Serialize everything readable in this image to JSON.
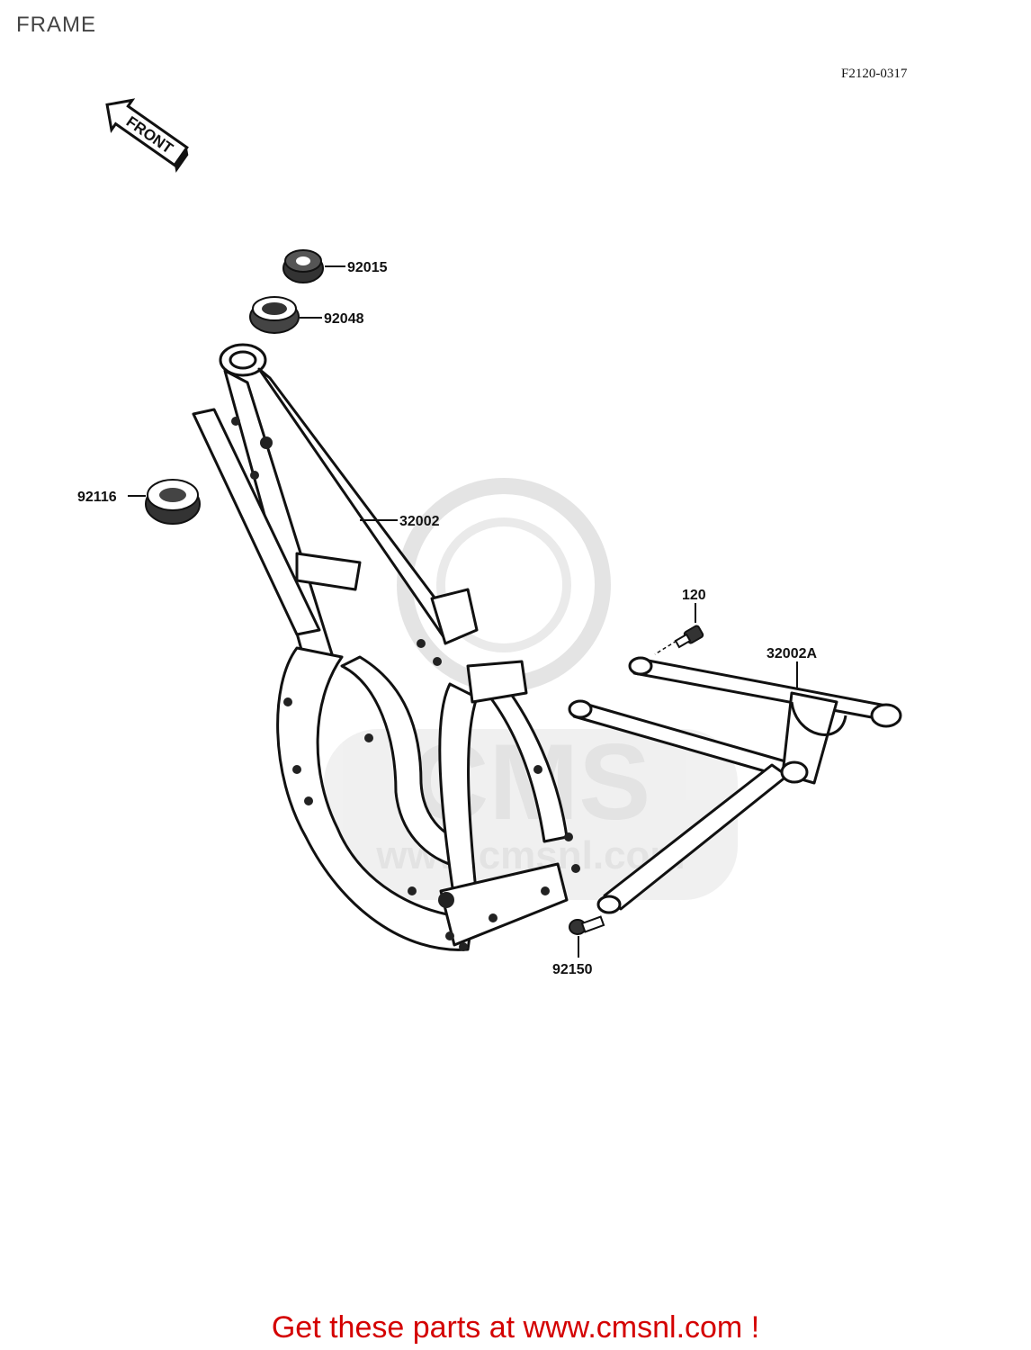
{
  "page": {
    "title": "FRAME",
    "diagram_code": "F2120-0317"
  },
  "front_arrow": {
    "label": "FRONT"
  },
  "parts": [
    {
      "number": "92015"
    },
    {
      "number": "92048"
    },
    {
      "number": "92116"
    },
    {
      "number": "32002"
    },
    {
      "number": "120"
    },
    {
      "number": "32002A"
    },
    {
      "number": "92150"
    }
  ],
  "watermark": {
    "text": "CMS",
    "url": "www.cmsnl.com"
  },
  "footer": {
    "link_text": "Get these parts at www.cmsnl.com !"
  },
  "colors": {
    "footer_text": "#d40000",
    "line": "#111111",
    "watermark": "#e4e4e4"
  }
}
